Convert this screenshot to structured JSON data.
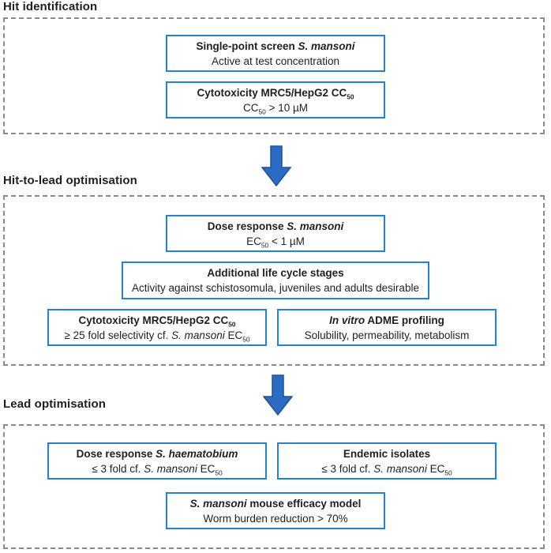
{
  "colors": {
    "box_border": "#2383d4",
    "arrow_fill": "#2b6bc4",
    "arrow_stroke": "#1f5394",
    "dashed_border": "#8a8a8a",
    "text": "#1f1f1f"
  },
  "sections": [
    {
      "id": "hit-identification",
      "heading": "Hit identification",
      "boxes": [
        {
          "id": "single-point-screen",
          "title_runs": [
            {
              "t": "Single-point screen ",
              "b": true
            },
            {
              "t": "S. mansoni",
              "b": true,
              "i": true
            }
          ],
          "subtitle_runs": [
            {
              "t": "Active at test concentration"
            }
          ]
        },
        {
          "id": "cytotoxicity-cc50",
          "title_runs": [
            {
              "t": "Cytotoxicity MRC5/HepG2 CC",
              "b": true
            },
            {
              "t": "50",
              "b": true,
              "sub": true
            }
          ],
          "subtitle_runs": [
            {
              "t": "CC"
            },
            {
              "t": "50",
              "sub": true
            },
            {
              "t": " > 10 µM"
            }
          ]
        }
      ]
    },
    {
      "id": "hit-to-lead-optimisation",
      "heading": "Hit-to-lead optimisation",
      "boxes": [
        {
          "id": "dose-response-mansoni",
          "title_runs": [
            {
              "t": "Dose response ",
              "b": true
            },
            {
              "t": "S. mansoni",
              "b": true,
              "i": true
            }
          ],
          "subtitle_runs": [
            {
              "t": "EC"
            },
            {
              "t": "50",
              "sub": true
            },
            {
              "t": " < 1 µM"
            }
          ]
        },
        {
          "id": "additional-life-cycle-stages",
          "title_runs": [
            {
              "t": "Additional life cycle stages",
              "b": true
            }
          ],
          "subtitle_runs": [
            {
              "t": "Activity against schistosomula, juveniles and adults desirable"
            }
          ]
        },
        {
          "id": "cytotoxicity-selectivity",
          "title_runs": [
            {
              "t": "Cytotoxicity MRC5/HepG2 CC",
              "b": true
            },
            {
              "t": "50",
              "b": true,
              "sub": true
            }
          ],
          "subtitle_runs": [
            {
              "t": "≥ 25 fold selectivity cf. "
            },
            {
              "t": "S. mansoni",
              "i": true
            },
            {
              "t": " EC"
            },
            {
              "t": "50",
              "sub": true
            }
          ]
        },
        {
          "id": "adme-profiling",
          "title_runs": [
            {
              "t": "In vitro",
              "b": true,
              "i": true
            },
            {
              "t": " ADME profiling",
              "b": true
            }
          ],
          "subtitle_runs": [
            {
              "t": "Solubility, permeability, metabolism"
            }
          ]
        }
      ]
    },
    {
      "id": "lead-optimisation",
      "heading": "Lead optimisation",
      "boxes": [
        {
          "id": "dose-response-haematobium",
          "title_runs": [
            {
              "t": "Dose response ",
              "b": true
            },
            {
              "t": "S. haematobium",
              "b": true,
              "i": true
            }
          ],
          "subtitle_runs": [
            {
              "t": "≤ 3 fold cf. "
            },
            {
              "t": "S. mansoni",
              "i": true
            },
            {
              "t": " EC"
            },
            {
              "t": "50",
              "sub": true
            }
          ]
        },
        {
          "id": "endemic-isolates",
          "title_runs": [
            {
              "t": "Endemic isolates",
              "b": true
            }
          ],
          "subtitle_runs": [
            {
              "t": "≤ 3 fold cf. "
            },
            {
              "t": "S. mansoni",
              "i": true
            },
            {
              "t": " EC"
            },
            {
              "t": "50",
              "sub": true
            }
          ]
        },
        {
          "id": "mouse-efficacy-model",
          "title_runs": [
            {
              "t": "S. mansoni",
              "b": true,
              "i": true
            },
            {
              "t": " mouse efficacy model",
              "b": true
            }
          ],
          "subtitle_runs": [
            {
              "t": "Worm burden reduction > 70%"
            }
          ]
        }
      ]
    }
  ],
  "arrows": [
    {
      "id": "arrow-hit-to-htl",
      "direction": "down"
    },
    {
      "id": "arrow-htl-to-lead",
      "direction": "down"
    }
  ]
}
